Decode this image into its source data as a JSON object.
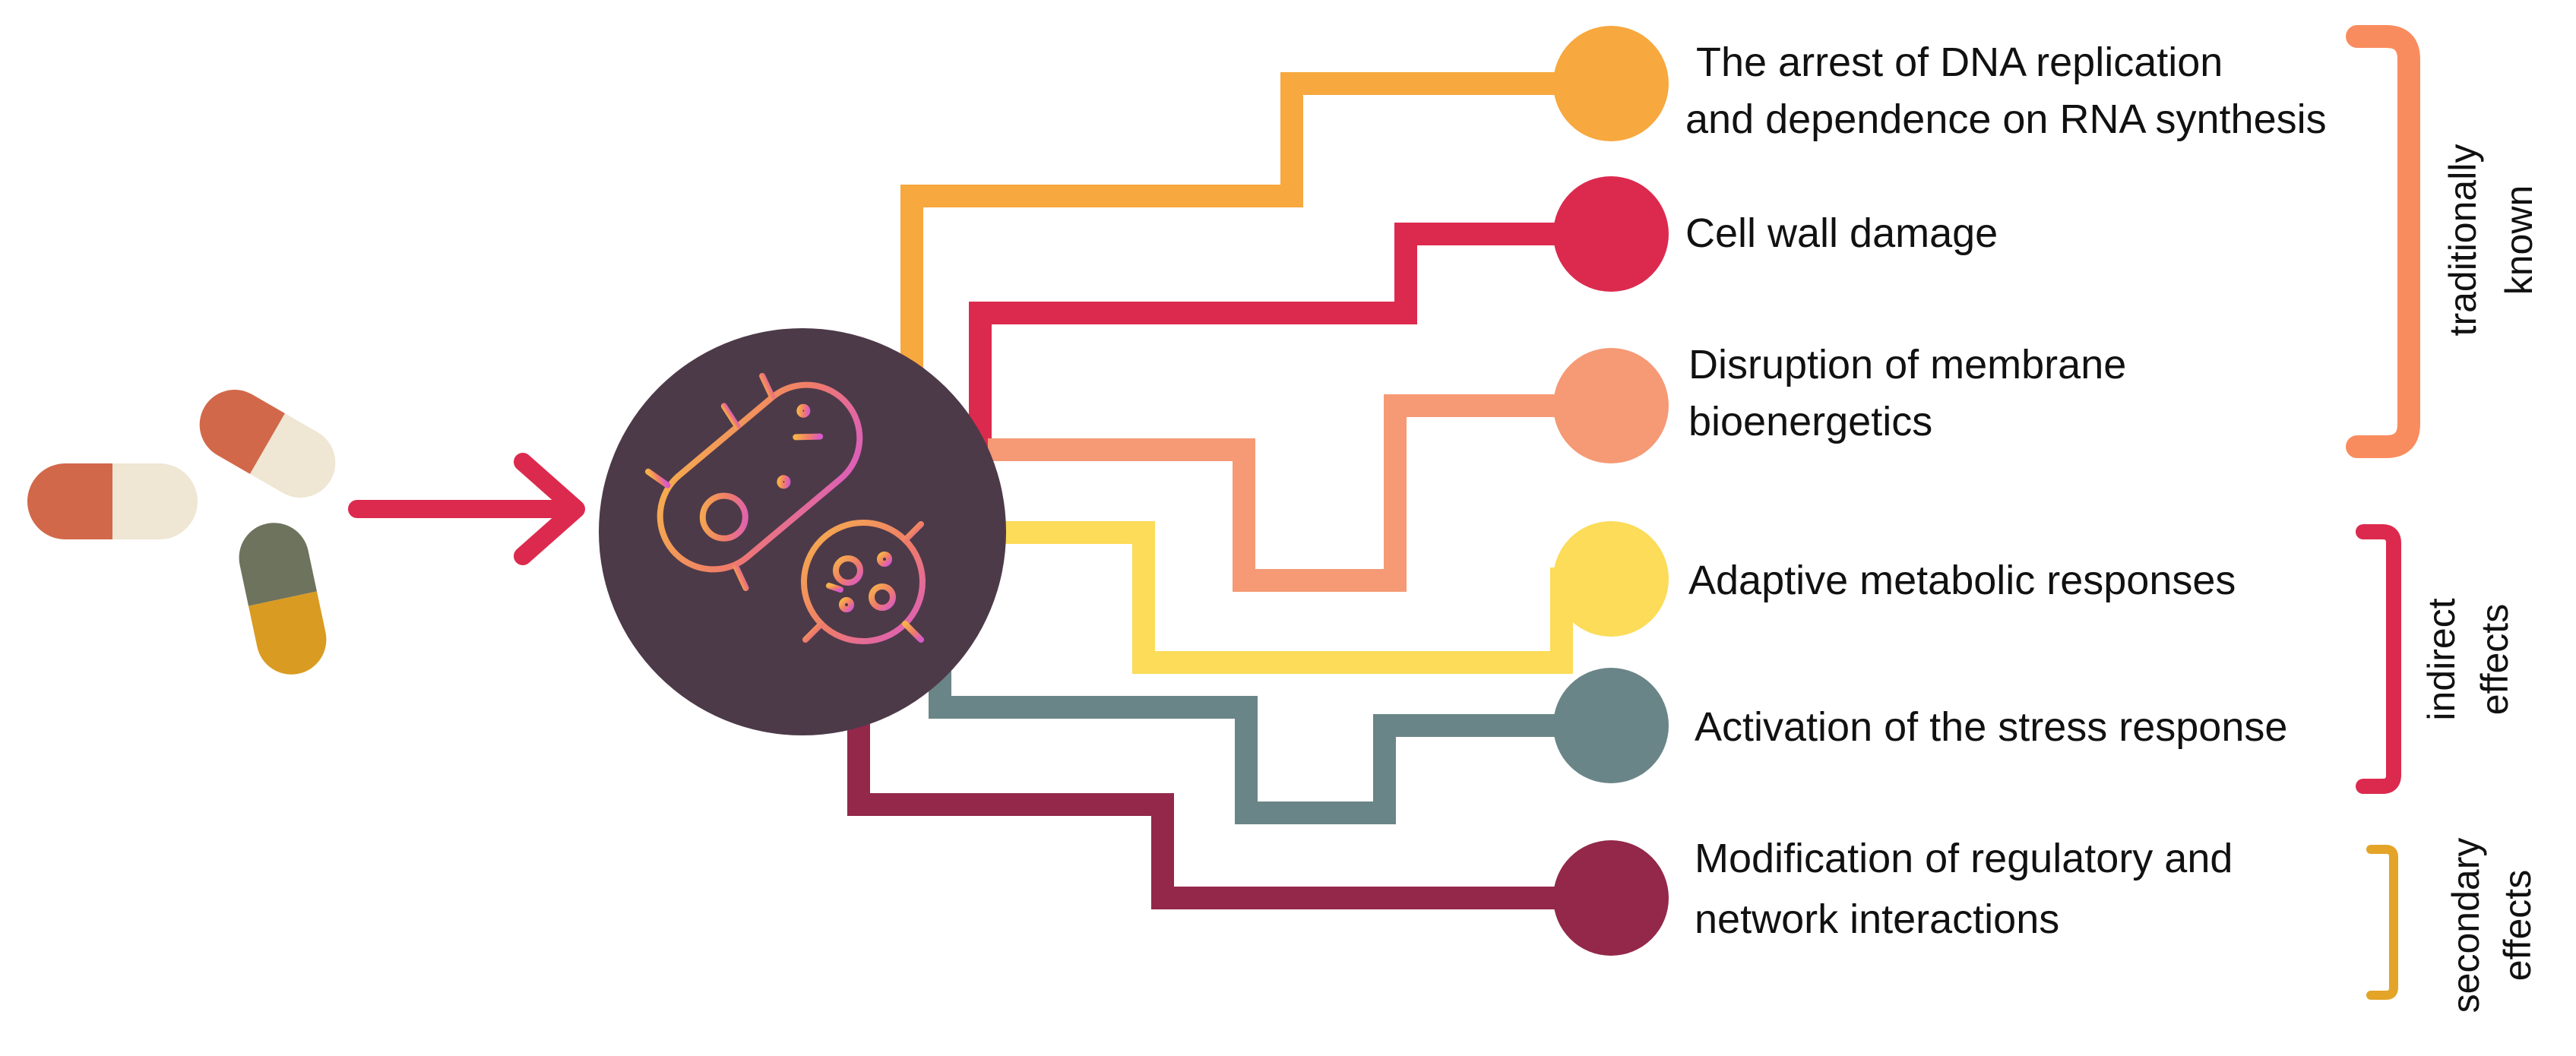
{
  "diagram": {
    "center": {
      "fill": "#4d3a49"
    },
    "arrow": {
      "color": "#dc2a4e"
    },
    "pills": [
      {
        "cap_color": "#d2684a",
        "body_color": "#efe6d3"
      },
      {
        "cap_color": "#d2684a",
        "body_color": "#efe6d3"
      },
      {
        "cap_color": "#6e735e",
        "body_color": "#d99b21"
      }
    ],
    "outcomes": [
      {
        "lines": [
          "The arrest of DNA replication",
          "and dependence on RNA synthesis"
        ],
        "color": "#f7a83e"
      },
      {
        "lines": [
          "Cell wall damage"
        ],
        "color": "#dc2a4e"
      },
      {
        "lines": [
          "Disruption of membrane",
          "bioenergetics"
        ],
        "color": "#f59a75"
      },
      {
        "lines": [
          "Adaptive metabolic responses"
        ],
        "color": "#fcdc58"
      },
      {
        "lines": [
          "Activation of the stress response"
        ],
        "color": "#6a8587"
      },
      {
        "lines": [
          "Modification of regulatory and",
          "network interactions"
        ],
        "color": "#93284a"
      }
    ],
    "groups": [
      {
        "lines": [
          "traditionally",
          "known"
        ],
        "color": "#f98c5e"
      },
      {
        "lines": [
          "indirect",
          "effects"
        ],
        "color": "#dc2a4e"
      },
      {
        "lines": [
          "secondary",
          "effects"
        ],
        "color": "#e3a428"
      }
    ]
  }
}
